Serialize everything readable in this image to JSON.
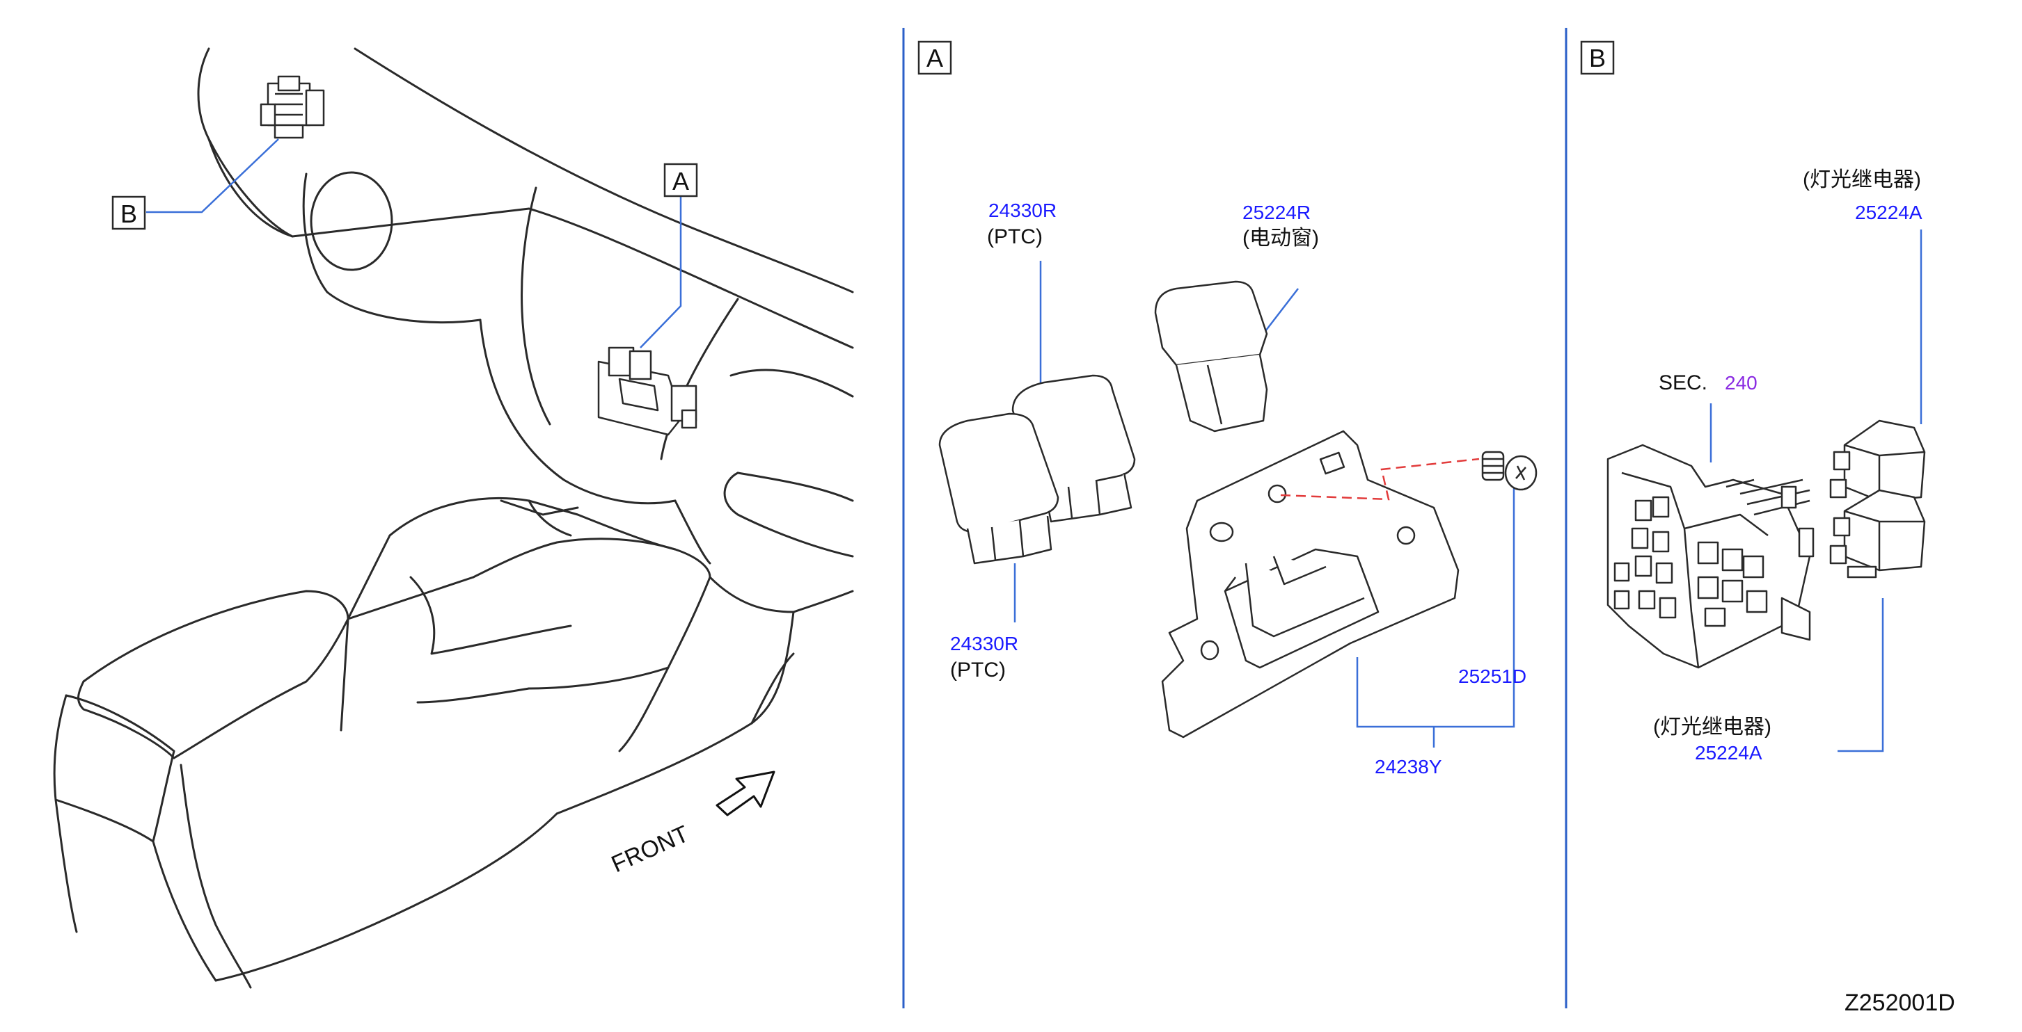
{
  "colors": {
    "line": "#2a2a2a",
    "leader_blue": "#3a6fd8",
    "divider_blue": "#2b5fc8",
    "part_number": "#1a1aff",
    "section_ref": "#8a2be2",
    "dashed_red": "#e23b3b"
  },
  "panels": {
    "overview": {
      "callout_a": "A",
      "callout_b": "B",
      "front_label": "FRONT"
    },
    "a": {
      "box_label": "A",
      "labels": {
        "ptc_top_pn": "24330R",
        "ptc_top_note": "(PTC)",
        "ptc_bottom_pn": "24330R",
        "ptc_bottom_note": "(PTC)",
        "window_pn": "25224R",
        "window_note": "(电动窗)",
        "screw_pn": "25251D",
        "bracket_pn": "24238Y"
      }
    },
    "b": {
      "box_label": "B",
      "labels": {
        "sec_label": "SEC.",
        "sec_number": "240",
        "light_top_note": "(灯光继电器)",
        "light_top_pn": "25224A",
        "light_bottom_note": "(灯光继电器)",
        "light_bottom_pn": "25224A"
      }
    }
  },
  "footer": {
    "drawing_ref": "Z252001D"
  }
}
